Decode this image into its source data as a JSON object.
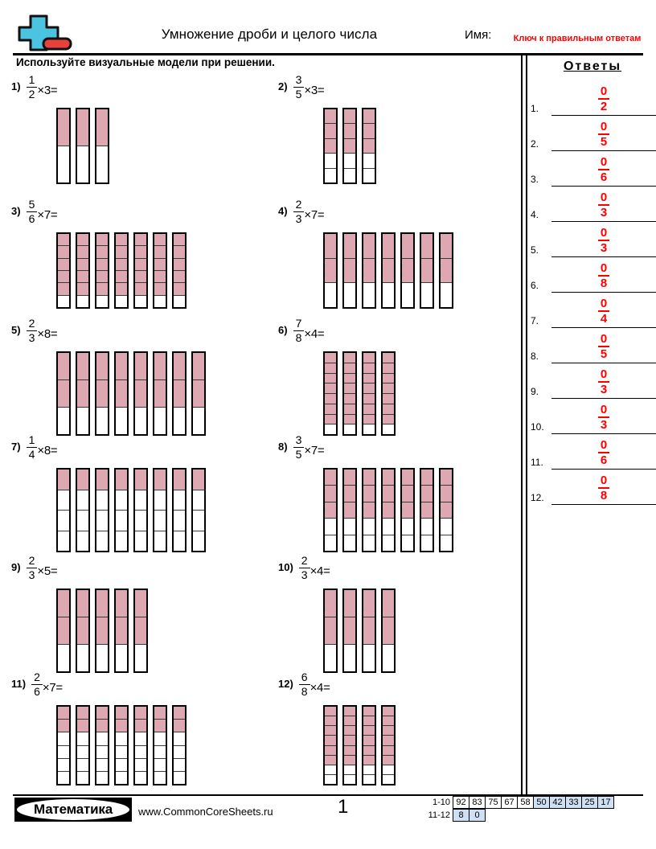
{
  "header": {
    "logo_icon": "plus-minus-math-logo",
    "title": "Умножение дроби и целого числа",
    "name_label": "Имя:",
    "answer_key_tag": "Ключ к правильным ответам"
  },
  "instructions": "Используйте визуальные модели при решении.",
  "problems": [
    {
      "number": "1)",
      "numerator": "1",
      "denominator": "2",
      "rest": "×3=",
      "bars": 3,
      "segments": 2,
      "shaded": 1
    },
    {
      "number": "2)",
      "numerator": "3",
      "denominator": "5",
      "rest": "×3=",
      "bars": 3,
      "segments": 5,
      "shaded": 3
    },
    {
      "number": "3)",
      "numerator": "5",
      "denominator": "6",
      "rest": "×7=",
      "bars": 7,
      "segments": 6,
      "shaded": 5
    },
    {
      "number": "4)",
      "numerator": "2",
      "denominator": "3",
      "rest": "×7=",
      "bars": 7,
      "segments": 3,
      "shaded": 2
    },
    {
      "number": "5)",
      "numerator": "2",
      "denominator": "3",
      "rest": "×8=",
      "bars": 8,
      "segments": 3,
      "shaded": 2
    },
    {
      "number": "6)",
      "numerator": "7",
      "denominator": "8",
      "rest": "×4=",
      "bars": 4,
      "segments": 8,
      "shaded": 7
    },
    {
      "number": "7)",
      "numerator": "1",
      "denominator": "4",
      "rest": "×8=",
      "bars": 8,
      "segments": 4,
      "shaded": 1
    },
    {
      "number": "8)",
      "numerator": "3",
      "denominator": "5",
      "rest": "×7=",
      "bars": 7,
      "segments": 5,
      "shaded": 3
    },
    {
      "number": "9)",
      "numerator": "2",
      "denominator": "3",
      "rest": "×5=",
      "bars": 5,
      "segments": 3,
      "shaded": 2
    },
    {
      "number": "10)",
      "numerator": "2",
      "denominator": "3",
      "rest": "×4=",
      "bars": 4,
      "segments": 3,
      "shaded": 2
    },
    {
      "number": "11)",
      "numerator": "2",
      "denominator": "6",
      "rest": "×7=",
      "bars": 7,
      "segments": 6,
      "shaded": 2
    },
    {
      "number": "12)",
      "numerator": "6",
      "denominator": "8",
      "rest": "×4=",
      "bars": 4,
      "segments": 8,
      "shaded": 6
    }
  ],
  "answers": {
    "title": "Ответы",
    "color": "#ff0000",
    "items": [
      {
        "index": "1.",
        "numerator": "0",
        "denominator": "2"
      },
      {
        "index": "2.",
        "numerator": "0",
        "denominator": "5"
      },
      {
        "index": "3.",
        "numerator": "0",
        "denominator": "6"
      },
      {
        "index": "4.",
        "numerator": "0",
        "denominator": "3"
      },
      {
        "index": "5.",
        "numerator": "0",
        "denominator": "3"
      },
      {
        "index": "6.",
        "numerator": "0",
        "denominator": "8"
      },
      {
        "index": "7.",
        "numerator": "0",
        "denominator": "4"
      },
      {
        "index": "8.",
        "numerator": "0",
        "denominator": "5"
      },
      {
        "index": "9.",
        "numerator": "0",
        "denominator": "3"
      },
      {
        "index": "10.",
        "numerator": "0",
        "denominator": "3"
      },
      {
        "index": "11.",
        "numerator": "0",
        "denominator": "6"
      },
      {
        "index": "12.",
        "numerator": "0",
        "denominator": "8"
      }
    ]
  },
  "footer": {
    "brand": "Математика",
    "site": "www.CommonCoreSheets.ru",
    "page_number": "1",
    "score_table": {
      "rows": [
        {
          "label": "1-10",
          "cells": [
            {
              "value": "92",
              "highlight": false
            },
            {
              "value": "83",
              "highlight": false
            },
            {
              "value": "75",
              "highlight": false
            },
            {
              "value": "67",
              "highlight": false
            },
            {
              "value": "58",
              "highlight": false
            },
            {
              "value": "50",
              "highlight": true
            },
            {
              "value": "42",
              "highlight": true
            },
            {
              "value": "33",
              "highlight": true
            },
            {
              "value": "25",
              "highlight": true
            },
            {
              "value": "17",
              "highlight": true
            }
          ]
        },
        {
          "label": "11-12",
          "cells": [
            {
              "value": "8",
              "highlight": true
            },
            {
              "value": "0",
              "highlight": true
            }
          ]
        }
      ],
      "highlight_color": "#cfe0f5"
    }
  }
}
